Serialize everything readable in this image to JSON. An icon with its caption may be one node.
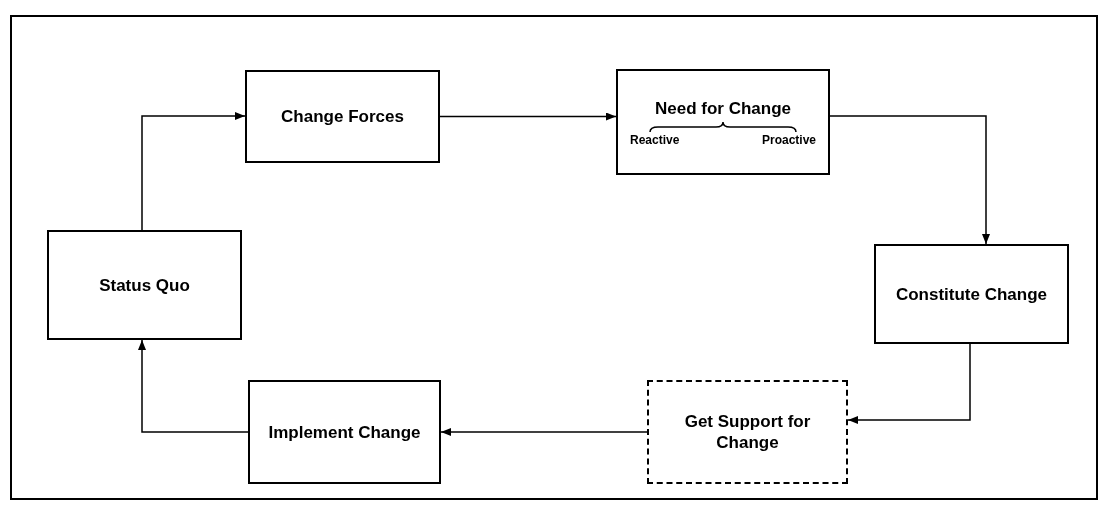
{
  "diagram": {
    "nodes": [
      {
        "text": [
          "Status Quo"
        ]
      },
      {
        "text": [
          "Change Forces"
        ]
      },
      {
        "text": [
          "Need for Change",
          "Reactive",
          "Proactive"
        ]
      },
      {
        "text": [
          "Constitute Change"
        ]
      },
      {
        "text": [
          "Get Support for Change"
        ]
      },
      {
        "text": [
          "Implement Change"
        ]
      }
    ],
    "edges": [
      {
        "from": 0,
        "to": 1,
        "arrow": "to"
      },
      {
        "from": 1,
        "to": 2,
        "arrow": "to"
      },
      {
        "from": 2,
        "to": 3,
        "arrow": "to"
      },
      {
        "from": 3,
        "to": 4,
        "arrow": "to"
      },
      {
        "from": 4,
        "to": 5,
        "arrow": "to"
      },
      {
        "from": 5,
        "to": 0,
        "arrow": "to"
      }
    ]
  }
}
